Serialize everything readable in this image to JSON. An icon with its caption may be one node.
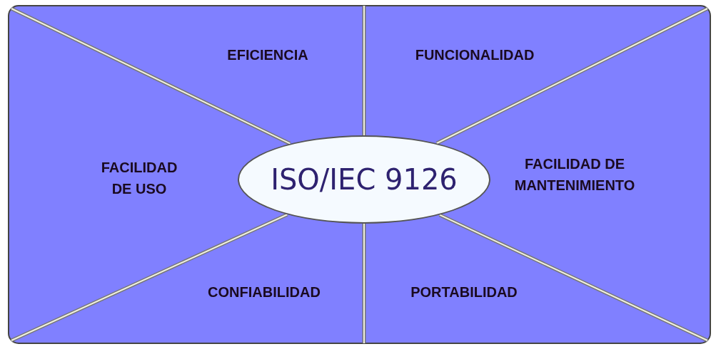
{
  "diagram": {
    "nodes": [
      {
        "text": [
          "ISO/IEC 9126"
        ]
      }
    ],
    "labels": [
      "EFICIENCIA",
      "FUNCIONALIDAD",
      "FACILIDAD DE USO",
      "FACILIDAD DE MANTENIMIENTO",
      "CONFIABILIDAD",
      "PORTABILIDAD"
    ]
  }
}
